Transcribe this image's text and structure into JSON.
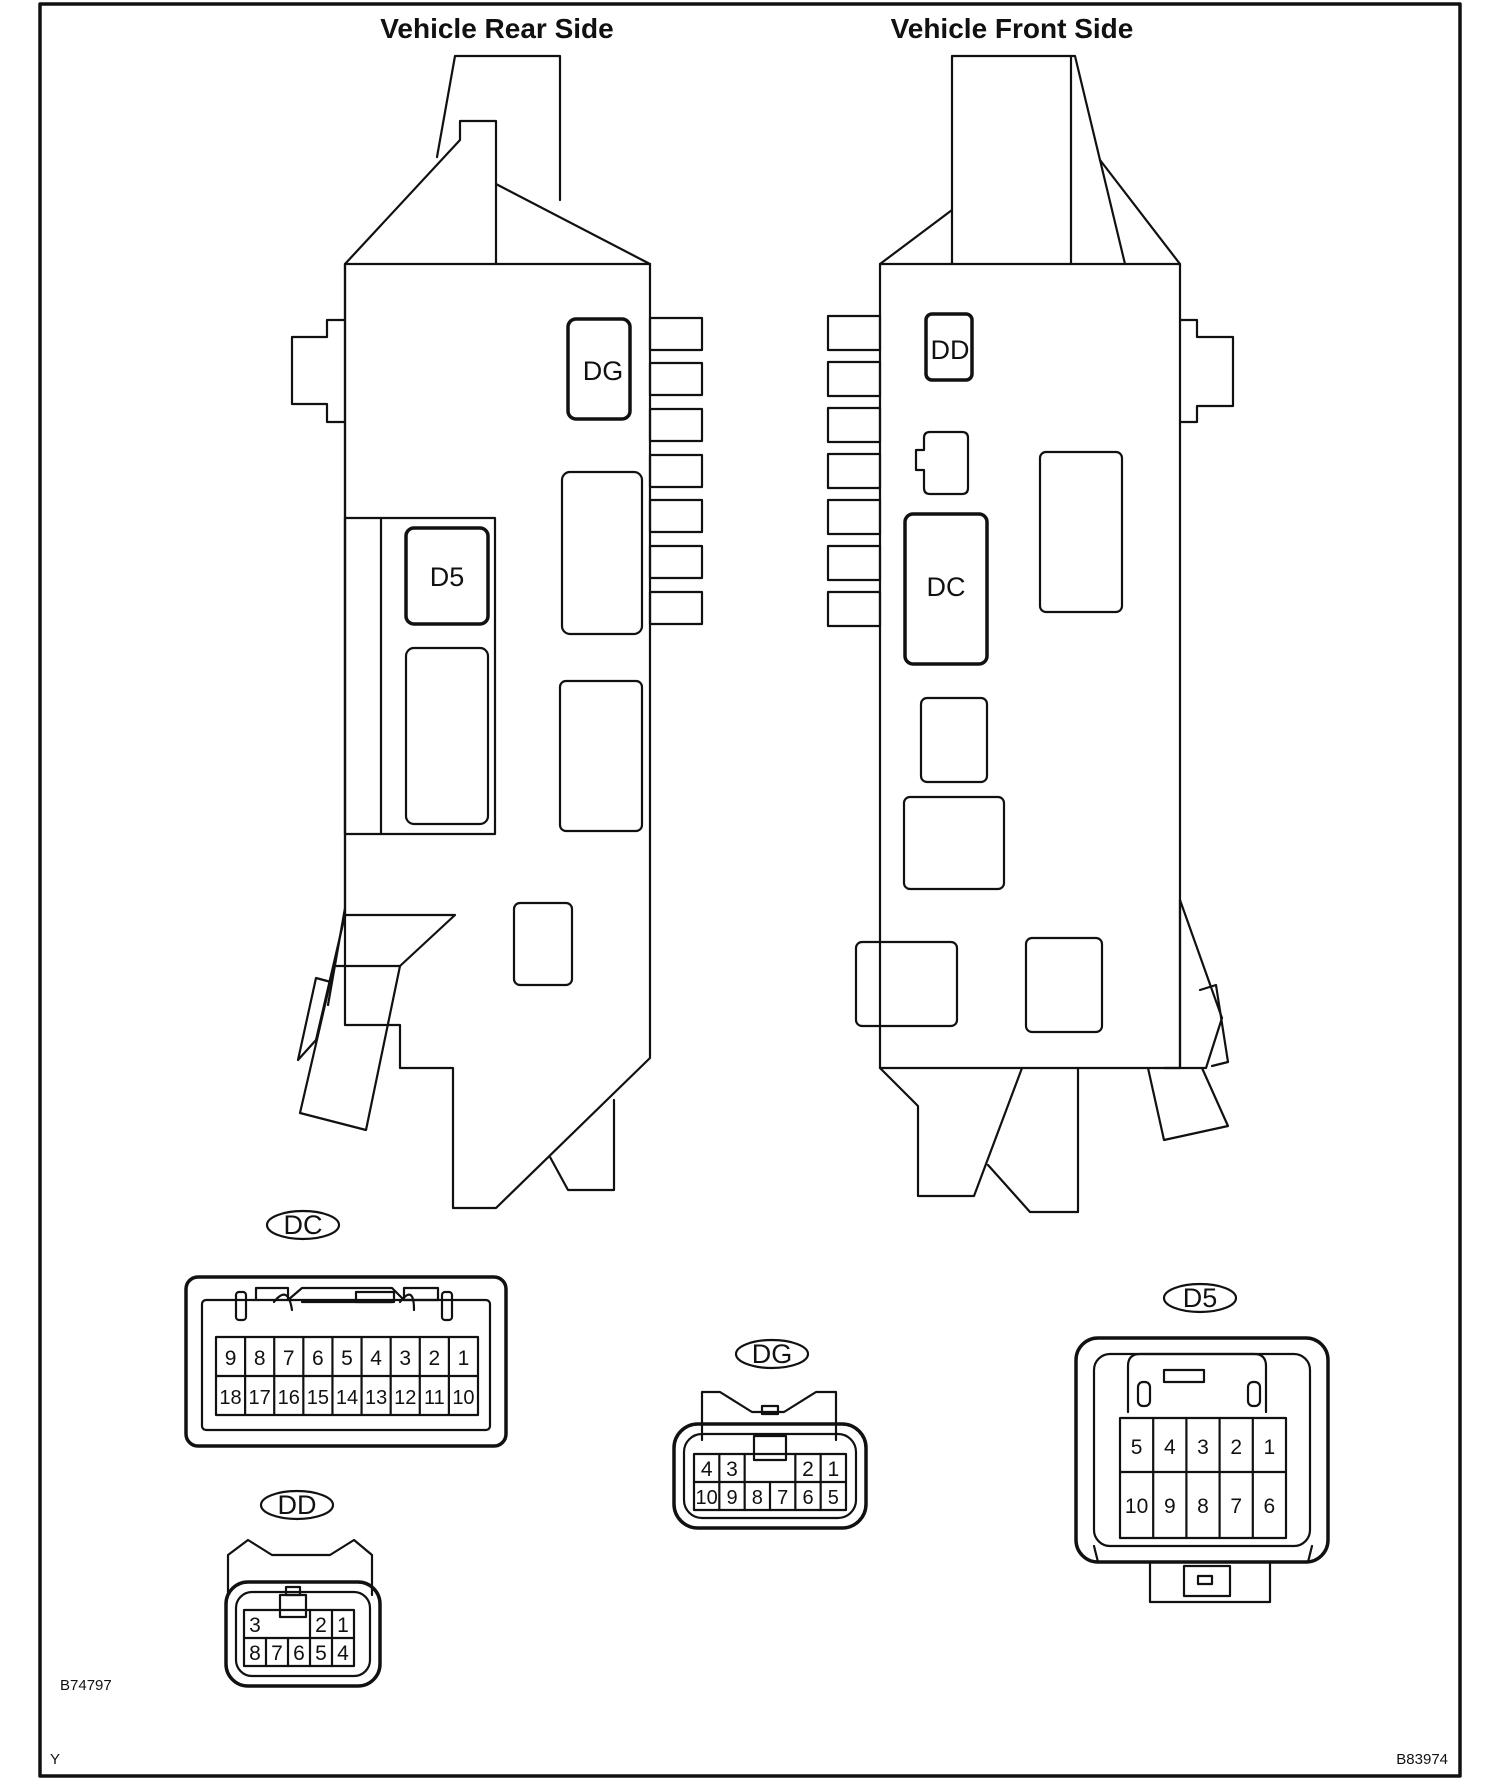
{
  "titles": {
    "rear": "Vehicle Rear Side",
    "front": "Vehicle Front Side"
  },
  "rear_labels": {
    "dg": "DG",
    "d5": "D5"
  },
  "front_labels": {
    "dd": "DD",
    "dc": "DC"
  },
  "connectors": {
    "dc": {
      "label": "DC",
      "top_pins": [
        "9",
        "8",
        "7",
        "6",
        "5",
        "4",
        "3",
        "2",
        "1"
      ],
      "bottom_pins": [
        "18",
        "17",
        "16",
        "15",
        "14",
        "13",
        "12",
        "11",
        "10"
      ]
    },
    "dd": {
      "label": "DD",
      "top_pins": [
        "3",
        "2",
        "1"
      ],
      "bottom_pins": [
        "8",
        "7",
        "6",
        "5",
        "4"
      ]
    },
    "dg": {
      "label": "DG",
      "top_pins": [
        "4",
        "3",
        "2",
        "1"
      ],
      "bottom_pins": [
        "10",
        "9",
        "8",
        "7",
        "6",
        "5"
      ]
    },
    "d5": {
      "label": "D5",
      "top_pins": [
        "5",
        "4",
        "3",
        "2",
        "1"
      ],
      "bottom_pins": [
        "10",
        "9",
        "8",
        "7",
        "6"
      ]
    }
  },
  "codes": {
    "inner": "B74797",
    "corner_left": "Y",
    "corner_right": "B83974"
  }
}
